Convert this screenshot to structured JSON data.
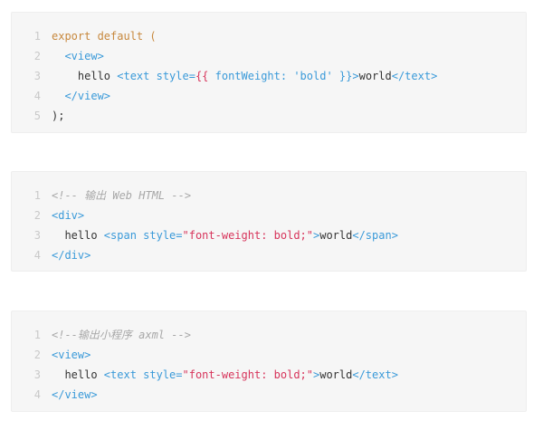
{
  "colors": {
    "block_bg": "#f6f6f6",
    "line_number": "#c9c9c9",
    "keyword": "#c7883d",
    "tag": "#3a9ad9",
    "string": "#d7345b",
    "text": "#333333",
    "comment": "#a8a8a8"
  },
  "blocks": [
    {
      "lines": [
        {
          "num": "1",
          "tokens": [
            {
              "t": "export default (",
              "c": "kw"
            }
          ]
        },
        {
          "num": "2",
          "tokens": [
            {
              "t": "  ",
              "c": "txt"
            },
            {
              "t": "<view>",
              "c": "tag"
            }
          ]
        },
        {
          "num": "3",
          "tokens": [
            {
              "t": "    hello ",
              "c": "txt"
            },
            {
              "t": "<text style=",
              "c": "tag"
            },
            {
              "t": "{{",
              "c": "punc"
            },
            {
              "t": " fontWeight: 'bold' }}",
              "c": "tag"
            },
            {
              "t": ">",
              "c": "tag"
            },
            {
              "t": "world",
              "c": "txt"
            },
            {
              "t": "</text>",
              "c": "tag"
            }
          ]
        },
        {
          "num": "4",
          "tokens": [
            {
              "t": "  ",
              "c": "txt"
            },
            {
              "t": "</view>",
              "c": "tag"
            }
          ]
        },
        {
          "num": "5",
          "tokens": [
            {
              "t": ");",
              "c": "txt"
            }
          ]
        }
      ]
    },
    {
      "lines": [
        {
          "num": "1",
          "tokens": [
            {
              "t": "<!-- 输出 Web HTML -->",
              "c": "cmt"
            }
          ]
        },
        {
          "num": "2",
          "tokens": [
            {
              "t": "<div>",
              "c": "tag"
            }
          ]
        },
        {
          "num": "3",
          "tokens": [
            {
              "t": "  hello ",
              "c": "txt"
            },
            {
              "t": "<span style=",
              "c": "tag"
            },
            {
              "t": "\"font-weight: bold;\"",
              "c": "str"
            },
            {
              "t": ">",
              "c": "tag"
            },
            {
              "t": "world",
              "c": "txt"
            },
            {
              "t": "</span>",
              "c": "tag"
            }
          ]
        },
        {
          "num": "4",
          "tokens": [
            {
              "t": "</div>",
              "c": "tag"
            }
          ]
        }
      ]
    },
    {
      "lines": [
        {
          "num": "1",
          "tokens": [
            {
              "t": "<!--输出小程序 axml -->",
              "c": "cmt"
            }
          ]
        },
        {
          "num": "2",
          "tokens": [
            {
              "t": "<view>",
              "c": "tag"
            }
          ]
        },
        {
          "num": "3",
          "tokens": [
            {
              "t": "  hello ",
              "c": "txt"
            },
            {
              "t": "<text style=",
              "c": "tag"
            },
            {
              "t": "\"font-weight: bold;\"",
              "c": "str"
            },
            {
              "t": ">",
              "c": "tag"
            },
            {
              "t": "world",
              "c": "txt"
            },
            {
              "t": "</text>",
              "c": "tag"
            }
          ]
        },
        {
          "num": "4",
          "tokens": [
            {
              "t": "</view>",
              "c": "tag"
            }
          ]
        }
      ]
    }
  ]
}
